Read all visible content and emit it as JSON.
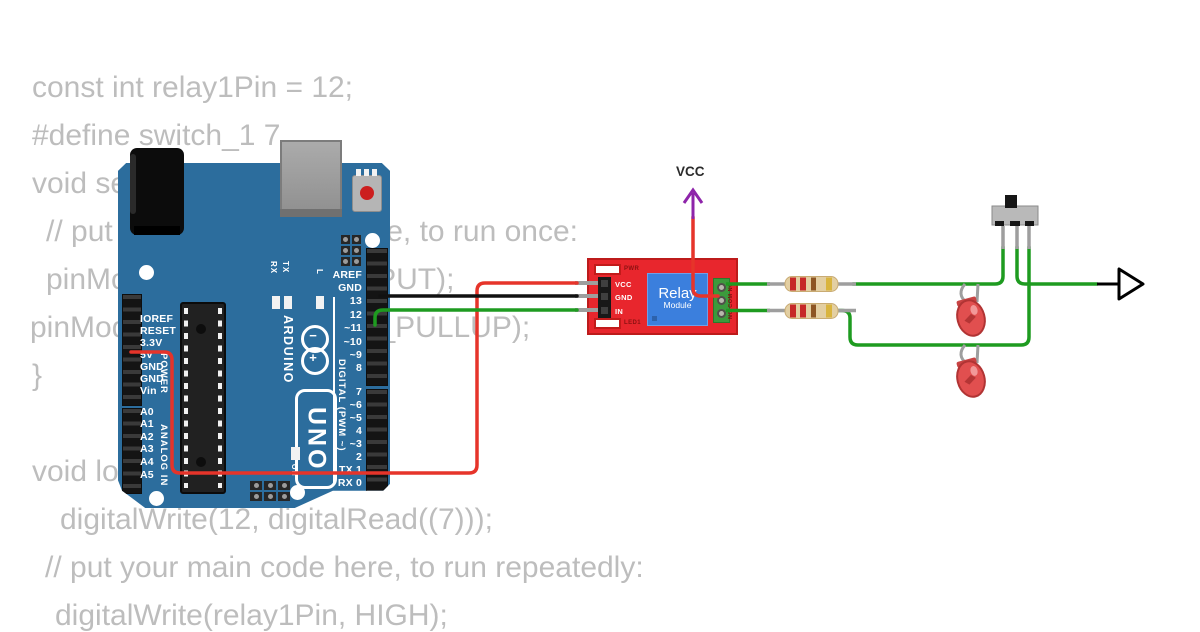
{
  "code": {
    "text_color": "#bdbdbd",
    "lines": [
      "const int relay1Pin = 12;",
      "#define switch_1 7",
      "void setup() {",
      "// put your setup code here, to run once:",
      "pinMode(relay1Pin, OUTPUT);",
      "pinMode(switch_1, INPUT_PULLUP);",
      "}",
      "void loop() {",
      "digitalWrite(12, digitalRead((7)));",
      "// put your main code here, to run repeatedly:",
      "digitalWrite(relay1Pin, HIGH);"
    ]
  },
  "arduino": {
    "board_color": "#2c6d9d",
    "brand": "ARDUINO",
    "model": "UNO",
    "on_label": "ON",
    "led_labels": [
      "RX",
      "TX",
      "L"
    ],
    "digital_header_label": "DIGITAL (PWM ~)",
    "power_header_label": "POWER",
    "analog_header_label": "ANALOG IN",
    "power_pins": [
      "IOREF",
      "RESET",
      "3.3V",
      "5V",
      "GND",
      "GND",
      "Vin"
    ],
    "analog_pins": [
      "A0",
      "A1",
      "A2",
      "A3",
      "A4",
      "A5"
    ],
    "digital_pins_top": [
      "AREF",
      "GND",
      "13",
      "12",
      "~11",
      "~10",
      "~9",
      "8"
    ],
    "digital_pins_bottom": [
      "7",
      "~6",
      "~5",
      "4",
      "~3",
      "2",
      "TX 1",
      "RX 0"
    ]
  },
  "relay": {
    "pcb_color": "#e8262d",
    "title": "Relay",
    "subtitle": "Module",
    "pwr_label": "PWR",
    "led_label": "LED1",
    "pin_labels": [
      "VCC",
      "GND",
      "IN"
    ],
    "terminal_label": "NO COM NC"
  },
  "vcc_symbol": {
    "label": "VCC",
    "arrow_color": "#8e24aa"
  },
  "wires": {
    "red": "#e6342a",
    "green": "#1e9b20",
    "black": "#111111",
    "lead_gray": "#9e9e9e"
  },
  "resistors": [
    {
      "bands": [
        "red",
        "red",
        "brown",
        "gold"
      ]
    },
    {
      "bands": [
        "red",
        "red",
        "brown",
        "gold"
      ]
    }
  ],
  "leds": [
    {
      "color": "red"
    },
    {
      "color": "red"
    }
  ],
  "switch": {
    "type": "slide-switch"
  },
  "arrow": {
    "shape": "right-triangle"
  }
}
